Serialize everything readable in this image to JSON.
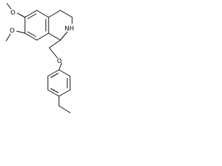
{
  "molecule": {
    "atoms": {
      "nitrogen": "NH",
      "oxygen_top": "O",
      "oxygen_middle": "O",
      "oxygen_ether": "O"
    }
  },
  "colors": {
    "bond": "#000000",
    "label": "#000000",
    "background": "#ffffff"
  }
}
